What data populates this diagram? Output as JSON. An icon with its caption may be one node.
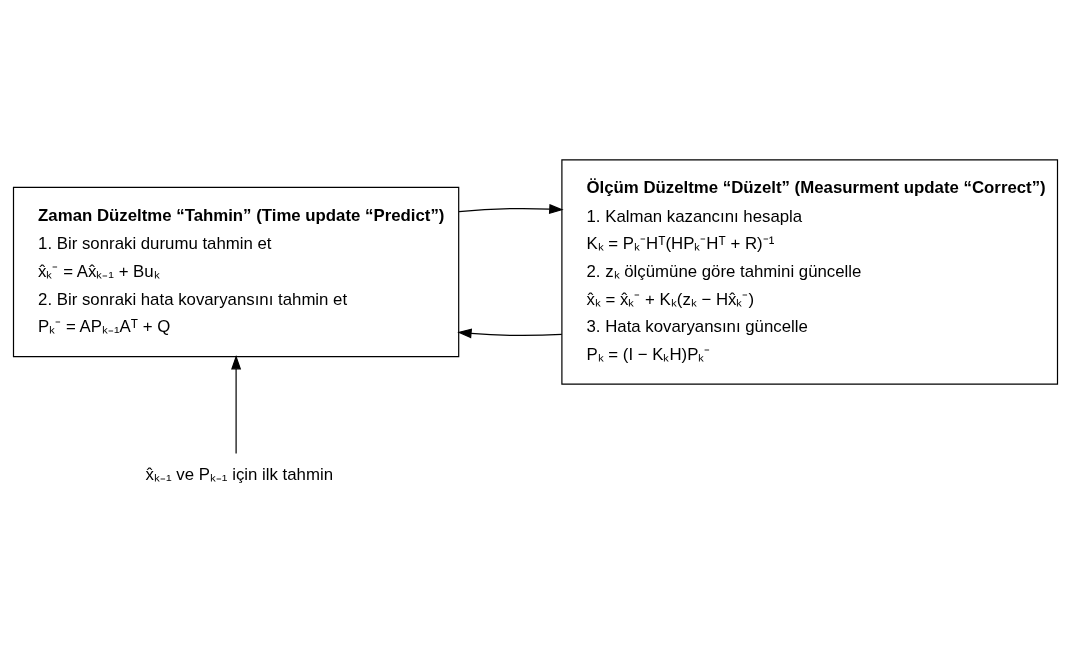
{
  "diagram": {
    "nodes": [
      {
        "text": [
          "Zaman Düzeltme “Tahmin” (Time update “Predict”)",
          "1. Bir sonraki durumu tahmin et",
          "x̂ₖ⁻ = Ax̂ₖ₋₁ + Buₖ",
          "2. Bir sonraki hata kovaryansını tahmin et",
          "Pₖ⁻ = APₖ₋₁Aᵀ + Q"
        ]
      },
      {
        "text": [
          "Ölçüm Düzeltme “Düzelt” (Measurment update “Correct”)",
          "1. Kalman kazancını hesapla",
          "Kₖ = Pₖ⁻Hᵀ(HPₖ⁻Hᵀ + R)⁻¹",
          "2. zₖ ölçümüne göre tahmini güncelle",
          "x̂ₖ = x̂ₖ⁻ + Kₖ(zₖ − Hx̂ₖ⁻)",
          "3. Hata kovaryansını güncelle",
          "Pₖ = (I − KₖH)Pₖ⁻"
        ]
      },
      {
        "text": [
          "x̂ₖ₋₁ ve Pₖ₋₁ için ilk tahmin"
        ]
      }
    ],
    "edges": [
      {
        "from": 0,
        "to": 1,
        "arrow": "to"
      },
      {
        "from": 1,
        "to": 0,
        "arrow": "to"
      },
      {
        "from": 2,
        "to": 0,
        "arrow": "to"
      }
    ]
  }
}
